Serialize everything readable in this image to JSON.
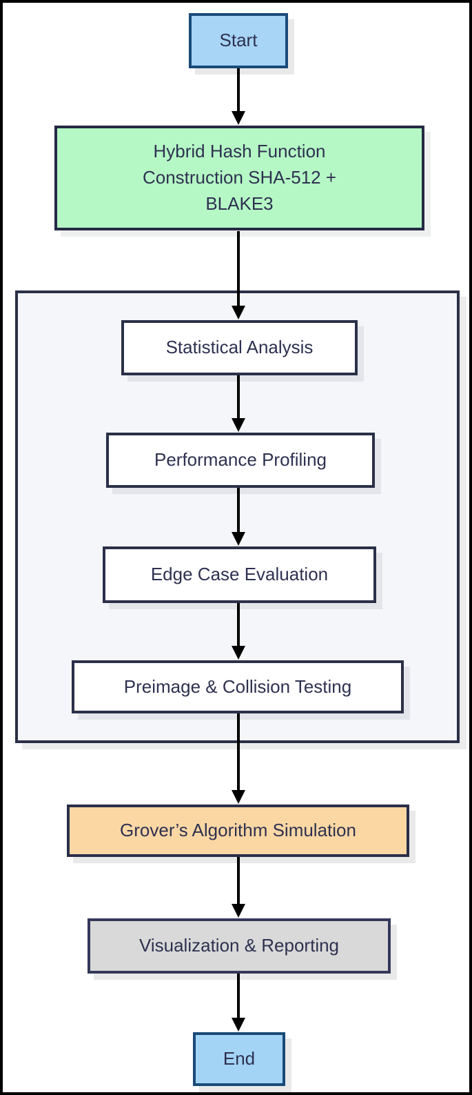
{
  "frame": {
    "background": "#ffffff",
    "border_color": "#000000"
  },
  "nodes": {
    "start": {
      "label": "Start",
      "type": "terminator",
      "fill": "#a8d5f6",
      "border": "#1a4a78",
      "text_color": "#2e3150"
    },
    "hybrid": {
      "label": "Hybrid Hash Function Construction SHA-512 + BLAKE3",
      "type": "process",
      "fill": "#b5f8c5",
      "border": "#252a44",
      "text_color": "#2e3150"
    },
    "stat": {
      "label": "Statistical Analysis",
      "type": "process",
      "fill": "#ffffff",
      "border": "#2b3048",
      "text_color": "#2e3150"
    },
    "perf": {
      "label": "Performance Profiling",
      "type": "process",
      "fill": "#ffffff",
      "border": "#2b3048",
      "text_color": "#2e3150"
    },
    "edge": {
      "label": "Edge Case Evaluation",
      "type": "process",
      "fill": "#ffffff",
      "border": "#2b3048",
      "text_color": "#2e3150"
    },
    "preimage": {
      "label": "Preimage & Collision Testing",
      "type": "process",
      "fill": "#ffffff",
      "border": "#2b3048",
      "text_color": "#2e3150"
    },
    "grover": {
      "label": "Grover’s Algorithm Simulation",
      "type": "process",
      "fill": "#fbd7a4",
      "border": "#2a2e49",
      "text_color": "#2e3150"
    },
    "viz": {
      "label": "Visualization & Reporting",
      "type": "process",
      "fill": "#d9d9d9",
      "border": "#34385a",
      "text_color": "#2e3150"
    },
    "end": {
      "label": "End",
      "type": "terminator",
      "fill": "#a3d3f5",
      "border": "#1a4a78",
      "text_color": "#2e3150"
    }
  },
  "group": {
    "contains": [
      "stat",
      "perf",
      "edge",
      "preimage"
    ],
    "fill": "#f5f6f9",
    "border": "#2b3048"
  },
  "edges": [
    {
      "from": "start",
      "to": "hybrid"
    },
    {
      "from": "hybrid",
      "to": "stat"
    },
    {
      "from": "stat",
      "to": "perf"
    },
    {
      "from": "perf",
      "to": "edge"
    },
    {
      "from": "edge",
      "to": "preimage"
    },
    {
      "from": "preimage",
      "to": "grover"
    },
    {
      "from": "grover",
      "to": "viz"
    },
    {
      "from": "viz",
      "to": "end"
    }
  ],
  "arrow_color": "#000000"
}
